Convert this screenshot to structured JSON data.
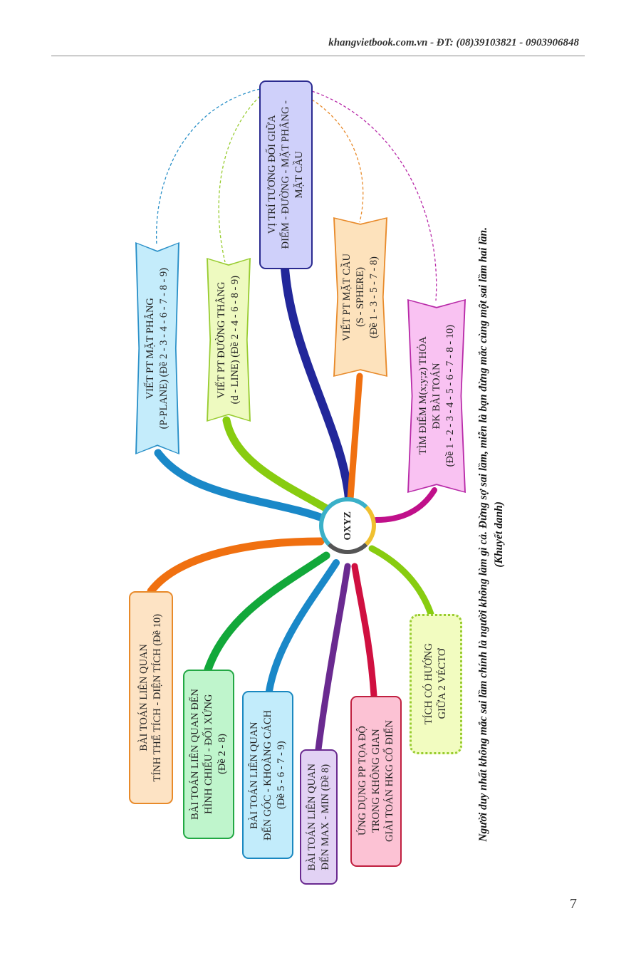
{
  "header": {
    "text": "khangvietbook.com.vn - ĐT: (08)39103821 - 0903906848"
  },
  "page_number": "7",
  "center": {
    "label": "OXYZ"
  },
  "nodes": {
    "mat_phang": {
      "lines": [
        "VIẾT PT MẶT PHẲNG",
        "(P-PLANE) (Đề 2 - 3 - 4 - 6 - 7 - 8 - 9)"
      ],
      "fill": "#c4ecfb",
      "border": "#2a90c8"
    },
    "duong_thang": {
      "lines": [
        "VIẾT PT ĐƯỜNG THẲNG",
        "(d - LINE) (Đề 2 - 4 - 6 - 8 - 9)"
      ],
      "fill": "#eefac0",
      "border": "#98cc30"
    },
    "vi_tri": {
      "lines": [
        "VỊ TRÍ TƯƠNG ĐỐI GIỮA",
        "ĐIỂM - ĐƯỜNG - MẶT PHẲNG -",
        "MẶT CẦU"
      ],
      "fill": "#cfd0fa",
      "border": "#2a2a90"
    },
    "mat_cau": {
      "lines": [
        "VIẾT PT MẶT CẦU",
        "(S - SPHERE)",
        "(Đề 1 - 3 - 5 - 7 - 8)"
      ],
      "fill": "#fde2bc",
      "border": "#e88a2a"
    },
    "tim_diem": {
      "lines": [
        "TÌM ĐIỂM M(x;y;z) THỎA",
        "ĐK BÀI TOÁN",
        "(Đề 1 - 2 - 3 - 4 - 5 - 6 - 7 - 8 - 10)"
      ],
      "fill": "#f9c2f2",
      "border": "#b82aa8"
    },
    "the_tich": {
      "lines": [
        "BÀI TOÁN LIÊN QUAN",
        "TÍNH THỂ TÍCH - DIỆN TÍCH (Đề 10)"
      ],
      "fill": "#fde3c4",
      "border": "#e88a2a"
    },
    "hinh_chieu": {
      "lines": [
        "BÀI TOÁN LIÊN QUAN ĐẾN",
        "HÌNH CHIẾU - ĐỐI XỨNG",
        "(Đề 2 - 8)"
      ],
      "fill": "#bff5cc",
      "border": "#22a844"
    },
    "goc": {
      "lines": [
        "BÀI TOÁN LIÊN QUAN",
        "ĐẾN GÓC - KHOẢNG CÁCH",
        "(Đề 5 - 6 - 7 - 9)"
      ],
      "fill": "#c2ecfb",
      "border": "#1a88c0"
    },
    "max_min": {
      "lines": [
        "BÀI TOÁN LIÊN QUAN",
        "ĐẾN MAX - MIN (Đề 8)"
      ],
      "fill": "#e2d2f4",
      "border": "#6a2a90"
    },
    "ung_dung": {
      "lines": [
        "ỨNG DỤNG PP TỌA ĐỘ",
        "TRONG KHÔNG GIAN",
        "GIẢI TOÁN HKG CỔ ĐIỂN"
      ],
      "fill": "#fcc2d4",
      "border": "#c02040"
    },
    "tich_co_huong": {
      "lines": [
        "TÍCH CÓ HƯỚNG",
        "GIỮA 2 VÉCTƠ"
      ],
      "fill": "#f2fcc0",
      "border": "#98cc30"
    }
  },
  "quote": {
    "lines": [
      "Người duy nhất không mắc sai lầm chính là người không làm gì cả. Đừng sợ sai lầm, miễn là bạn đừng mắc cùng một sai lầm hai lần.",
      "(Khuyết danh)"
    ]
  }
}
